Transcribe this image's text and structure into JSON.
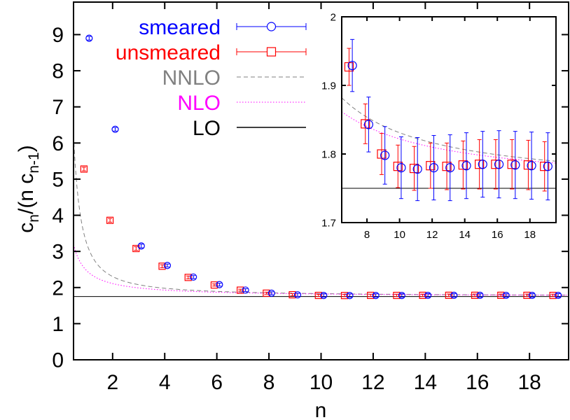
{
  "chart_data": [
    {
      "id": "main",
      "type": "scatter",
      "title": "",
      "xlabel": "n",
      "ylabel": "c_n/(n c_{n-1})",
      "xlim": [
        0.5,
        19.5
      ],
      "ylim": [
        0,
        9.9
      ],
      "xticks": [
        2,
        4,
        6,
        8,
        10,
        12,
        14,
        16,
        18
      ],
      "yticks": [
        0,
        1,
        2,
        3,
        4,
        5,
        6,
        7,
        8,
        9
      ],
      "grid": false,
      "legend_position": "top-left-inside",
      "series": [
        {
          "name": "smeared",
          "kind": "points",
          "marker": "circle",
          "color": "#0000ff",
          "x_offset": 0.1,
          "x": [
            1,
            2,
            3,
            4,
            5,
            6,
            7,
            8,
            9,
            10,
            11,
            12,
            13,
            14,
            15,
            16,
            17,
            18,
            19
          ],
          "values": [
            8.9,
            6.38,
            3.15,
            2.61,
            2.29,
            2.08,
            1.929,
            1.843,
            1.798,
            1.78,
            1.778,
            1.78,
            1.78,
            1.783,
            1.785,
            1.785,
            1.784,
            1.783,
            1.782
          ],
          "errors": [
            0.05,
            0.05,
            0.05,
            0.04,
            0.04,
            0.04,
            0.038,
            0.04,
            0.042,
            0.045,
            0.046,
            0.047,
            0.048,
            0.048,
            0.048,
            0.049,
            0.049,
            0.049,
            0.049
          ]
        },
        {
          "name": "unsmeared",
          "kind": "points",
          "marker": "square",
          "color": "#ff0000",
          "x_offset": -0.1,
          "x": [
            1,
            2,
            3,
            4,
            5,
            6,
            7,
            8,
            9,
            10,
            11,
            12,
            13,
            14,
            15,
            16,
            17,
            18,
            19
          ],
          "values": [
            5.28,
            3.86,
            3.08,
            2.59,
            2.28,
            2.07,
            1.927,
            1.844,
            1.8,
            1.782,
            1.779,
            1.783,
            1.782,
            1.784,
            1.785,
            1.785,
            1.785,
            1.784,
            1.782
          ],
          "errors": [
            0.05,
            0.05,
            0.05,
            0.04,
            0.04,
            0.03,
            0.027,
            0.029,
            0.03,
            0.031,
            0.032,
            0.033,
            0.034,
            0.035,
            0.036,
            0.036,
            0.036,
            0.036,
            0.036
          ]
        },
        {
          "name": "NNLO",
          "kind": "curve",
          "style": "dashed",
          "color": "#808080",
          "formula": "1.75 + 0.736/n + 0.745/n^2",
          "x": [
            0.5,
            1,
            2,
            4,
            6.45,
            10,
            19.6
          ],
          "values": [
            6.2,
            3.23,
            2.3,
            1.98,
            1.88,
            1.832,
            1.789
          ]
        },
        {
          "name": "NLO",
          "kind": "curve",
          "style": "dotted",
          "color": "#ff00ff",
          "formula": "1.75 + 0.72/n",
          "x": [
            0.5,
            1,
            2,
            4,
            6.45,
            10,
            19.6
          ],
          "values": [
            3.19,
            2.47,
            2.11,
            1.93,
            1.862,
            1.822,
            1.787
          ]
        },
        {
          "name": "LO",
          "kind": "hline",
          "style": "solid",
          "color": "#000000",
          "values": [
            1.75
          ]
        }
      ]
    },
    {
      "id": "inset",
      "type": "scatter",
      "title": "",
      "xlabel": "",
      "ylabel": "",
      "xlim": [
        6.45,
        19.6
      ],
      "ylim": [
        1.7,
        2.0
      ],
      "xticks": [
        8,
        10,
        12,
        14,
        16,
        18
      ],
      "yticks": [
        1.7,
        1.8,
        1.9,
        2.0
      ],
      "ytick_labels": [
        "1.7",
        "1.8",
        "1.9",
        "2"
      ],
      "grid": false,
      "note": "zoom of the same series for n = 7..19"
    }
  ],
  "legend": [
    {
      "label": "smeared",
      "color": "#0000ff",
      "sample": "errorbar-circle"
    },
    {
      "label": "unsmeared",
      "color": "#ff0000",
      "sample": "errorbar-square"
    },
    {
      "label": "NNLO",
      "color": "#808080",
      "sample": "dashed"
    },
    {
      "label": "NLO",
      "color": "#ff00ff",
      "sample": "dotted"
    },
    {
      "label": "LO",
      "color": "#000000",
      "sample": "solid"
    }
  ],
  "axis": {
    "xlabel": "n",
    "ylabel_main": "c",
    "ylabel_sub1": "n",
    "ylabel_mid": "/(n c",
    "ylabel_sub2": "n-1",
    "ylabel_end": ")"
  }
}
